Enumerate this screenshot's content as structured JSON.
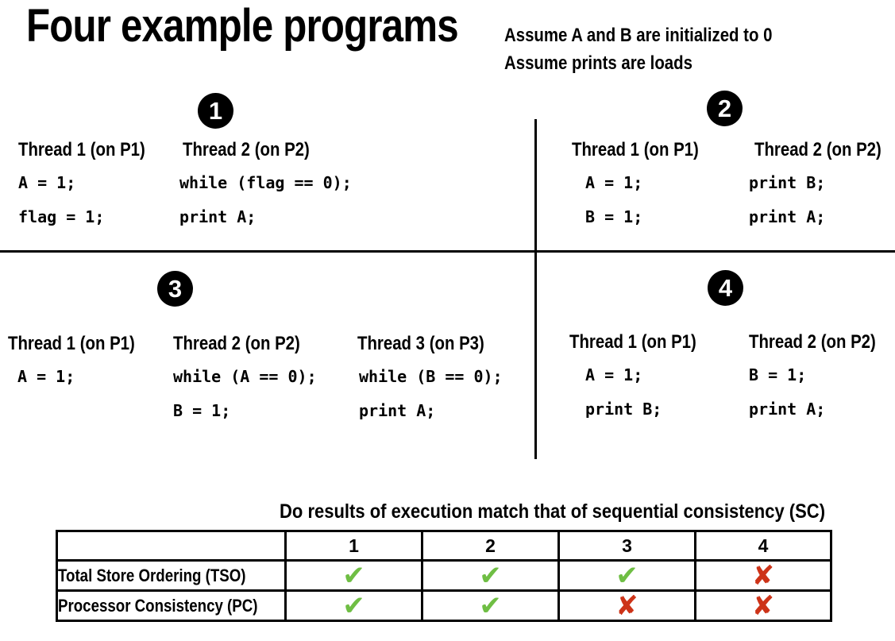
{
  "slide_title": "Four example programs",
  "assumptions": {
    "line1": "Assume A and B are initialized to 0",
    "line2": "Assume prints are loads"
  },
  "programs": [
    {
      "number": "1",
      "threads": [
        {
          "header": "Thread 1 (on P1)",
          "code": [
            "A = 1;",
            "flag = 1;"
          ]
        },
        {
          "header": "Thread 2 (on P2)",
          "code": [
            "while (flag == 0);",
            "print A;"
          ]
        }
      ]
    },
    {
      "number": "2",
      "threads": [
        {
          "header": "Thread 1 (on P1)",
          "code": [
            "A = 1;",
            "B = 1;"
          ]
        },
        {
          "header": "Thread 2 (on P2)",
          "code": [
            "print B;",
            "print A;"
          ]
        }
      ]
    },
    {
      "number": "3",
      "threads": [
        {
          "header": "Thread 1 (on P1)",
          "code": [
            "A = 1;"
          ]
        },
        {
          "header": "Thread 2 (on P2)",
          "code": [
            "while (A == 0);",
            "B = 1;"
          ]
        },
        {
          "header": "Thread 3 (on P3)",
          "code": [
            "while (B == 0);",
            "print A;"
          ]
        }
      ]
    },
    {
      "number": "4",
      "threads": [
        {
          "header": "Thread 1 (on P1)",
          "code": [
            "A = 1;",
            "print B;"
          ]
        },
        {
          "header": "Thread 2 (on P2)",
          "code": [
            "B = 1;",
            "print A;"
          ]
        }
      ]
    }
  ],
  "results_table": {
    "title": "Do results of execution match that of sequential consistency (SC)",
    "column_headers": [
      "1",
      "2",
      "3",
      "4"
    ],
    "rows": [
      {
        "label": "Total Store Ordering (TSO)",
        "results": [
          "check",
          "check",
          "check",
          "cross"
        ]
      },
      {
        "label": "Processor Consistency (PC)",
        "results": [
          "check",
          "check",
          "cross",
          "cross"
        ]
      }
    ],
    "icons": {
      "check": "✔",
      "cross": "✘"
    },
    "colors": {
      "check": "#6fbe44",
      "cross": "#cd3318"
    }
  }
}
